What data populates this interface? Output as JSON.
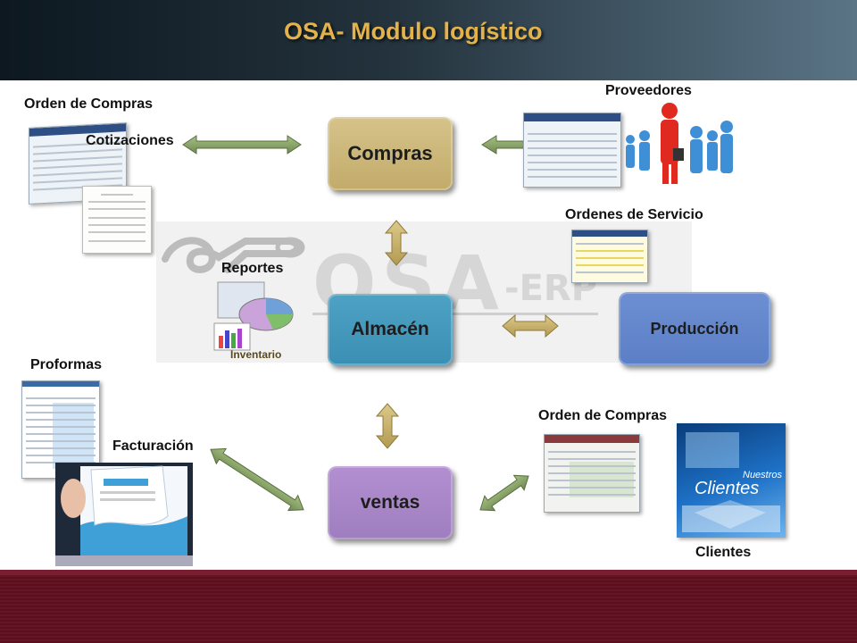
{
  "header": {
    "title": "OSA- Modulo logístico"
  },
  "watermark": {
    "brand": "OSA",
    "suffix": "-ERP"
  },
  "modules": {
    "compras": "Compras",
    "almacen": "Almacén",
    "produccion": "Producción",
    "ventas": "ventas"
  },
  "labels": {
    "orden_compras_top": "Orden de Compras",
    "cotizaciones": "Cotizaciones",
    "proveedores": "Proveedores",
    "ordenes_servicio": "Ordenes de Servicio",
    "reportes": "Reportes",
    "inventario": "Inventario",
    "proformas": "Proformas",
    "facturacion": "Facturación",
    "orden_compras_bottom": "Orden de Compras",
    "clientes": "Clientes",
    "nuestros": "Nuestros",
    "clientes_banner": "Clientes"
  },
  "colors": {
    "title": "#e3b24a",
    "arrow_green": "#8aa66a",
    "arrow_gold": "#c9b46e",
    "compras": "#c9b474",
    "almacen": "#4599bc",
    "produccion": "#6385cb",
    "ventas": "#a785c7",
    "footer": "#5b0e1c"
  }
}
